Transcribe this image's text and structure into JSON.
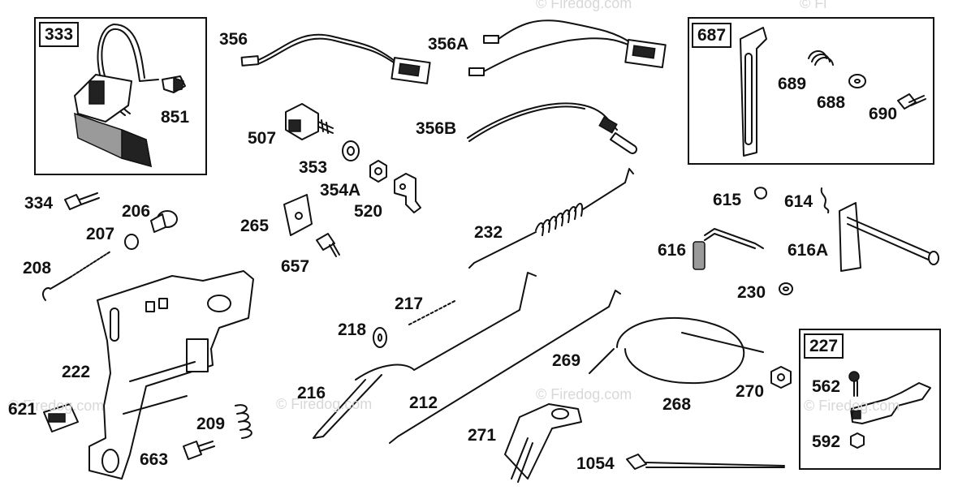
{
  "watermark": {
    "copyright_top": "© Fi",
    "site_1": "© Firedog.com",
    "site_2": "© Firedog.com",
    "site_3": "© Firedog.com",
    "site_4": "© Firedog.com",
    "site_5": "© Firedog.com"
  },
  "boxes": {
    "box_333": "333",
    "box_687": "687",
    "box_227": "227"
  },
  "parts": {
    "p851": "851",
    "p356": "356",
    "p356A": "356A",
    "p356B": "356B",
    "p507": "507",
    "p353": "353",
    "p354A": "354A",
    "p520": "520",
    "p265": "265",
    "p657": "657",
    "p232": "232",
    "p689": "689",
    "p688": "688",
    "p690": "690",
    "p615": "615",
    "p614": "614",
    "p616": "616",
    "p616A": "616A",
    "p230": "230",
    "p334": "334",
    "p206": "206",
    "p207": "207",
    "p208": "208",
    "p222": "222",
    "p621": "621",
    "p209": "209",
    "p663": "663",
    "p217": "217",
    "p218": "218",
    "p216": "216",
    "p212": "212",
    "p269": "269",
    "p268": "268",
    "p270": "270",
    "p271": "271",
    "p1054": "1054",
    "p562": "562",
    "p592": "592"
  }
}
